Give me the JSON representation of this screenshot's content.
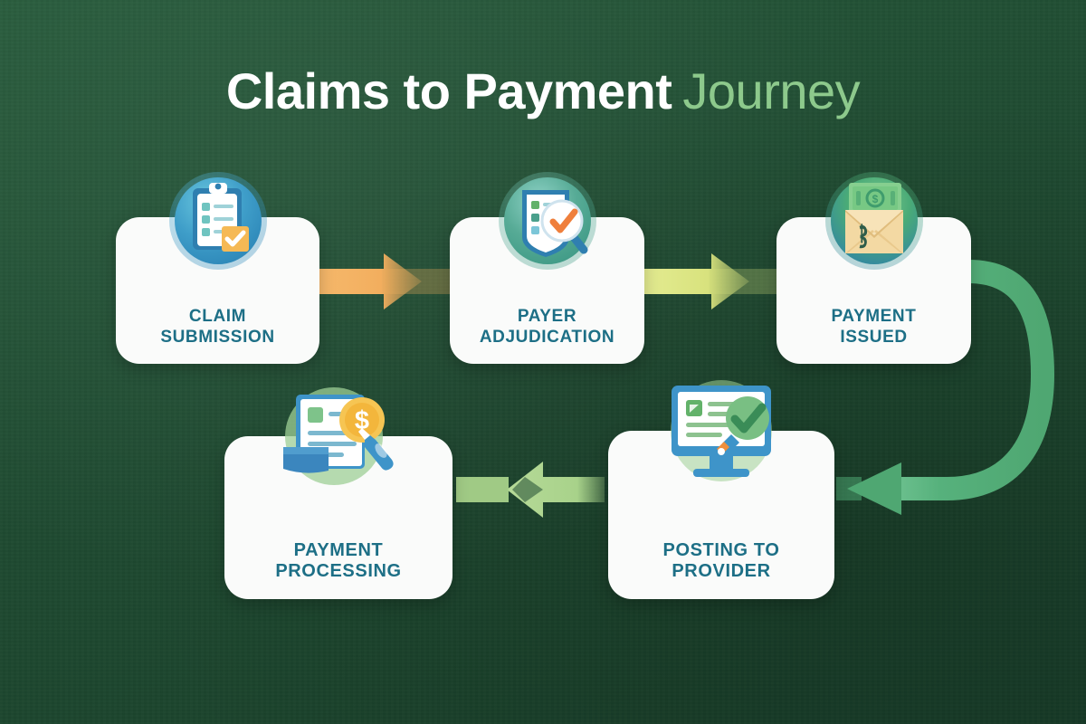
{
  "title": {
    "strong": "Claims to Payment",
    "accent": "Journey"
  },
  "colors": {
    "background": "#1f4b32",
    "title_strong": "#ffffff",
    "title_accent": "#8dc98c",
    "card_bg": "#fafbfa",
    "label_text": "#1d6f86",
    "arrow_1": "#f2ae5e",
    "arrow_2": "#d8e27d",
    "arrow_3_curve": "#4fa772",
    "arrow_4": "#a8d28a"
  },
  "steps": [
    {
      "id": "claim-submission",
      "order": 1,
      "label_line1": "CLAIM",
      "label_line2": "SUBMISSION",
      "icon": "clipboard-checklist-icon",
      "circle_color": "#2d87b8"
    },
    {
      "id": "payer-adjudication",
      "order": 2,
      "label_line1": "PAYER",
      "label_line2": "ADJUDICATION",
      "icon": "document-magnifier-check-icon",
      "circle_color": "#4aa08c"
    },
    {
      "id": "payment-issued",
      "order": 3,
      "label_line1": "PAYMENT",
      "label_line2": "ISSUED",
      "icon": "envelope-money-icon",
      "circle_color": "#3f9c6d"
    },
    {
      "id": "posting-to-provider",
      "order": 4,
      "label_line1": "POSTING TO",
      "label_line2": "PROVIDER",
      "icon": "monitor-check-icon",
      "circle_color": "#8cc48a"
    },
    {
      "id": "payment-processing",
      "order": 5,
      "label_line1": "PAYMENT",
      "label_line2": "PROCESSING",
      "icon": "invoice-dollar-coin-icon",
      "circle_color": "#8cc48a"
    }
  ],
  "connectors": [
    {
      "id": "arrow-claim-to-payer",
      "from": "claim-submission",
      "to": "payer-adjudication",
      "direction": "right",
      "color": "#f2ae5e"
    },
    {
      "id": "arrow-payer-to-issued",
      "from": "payer-adjudication",
      "to": "payment-issued",
      "direction": "right",
      "color": "#d8e27d"
    },
    {
      "id": "arrow-issued-to-posting",
      "from": "payment-issued",
      "to": "posting-to-provider",
      "direction": "curve-down-left",
      "color": "#4fa772"
    },
    {
      "id": "arrow-posting-to-processing",
      "from": "posting-to-provider",
      "to": "payment-processing",
      "direction": "left",
      "color": "#a8d28a"
    }
  ],
  "chart_data": {
    "type": "diagram",
    "diagram_kind": "process-flow",
    "title": "Claims to Payment Journey",
    "node_order": [
      "CLAIM SUBMISSION",
      "PAYER ADJUDICATION",
      "PAYMENT ISSUED",
      "POSTING TO PROVIDER",
      "PAYMENT PROCESSING"
    ],
    "edges": [
      [
        "CLAIM SUBMISSION",
        "PAYER ADJUDICATION"
      ],
      [
        "PAYER ADJUDICATION",
        "PAYMENT ISSUED"
      ],
      [
        "PAYMENT ISSUED",
        "POSTING TO PROVIDER"
      ],
      [
        "POSTING TO PROVIDER",
        "PAYMENT PROCESSING"
      ]
    ]
  }
}
